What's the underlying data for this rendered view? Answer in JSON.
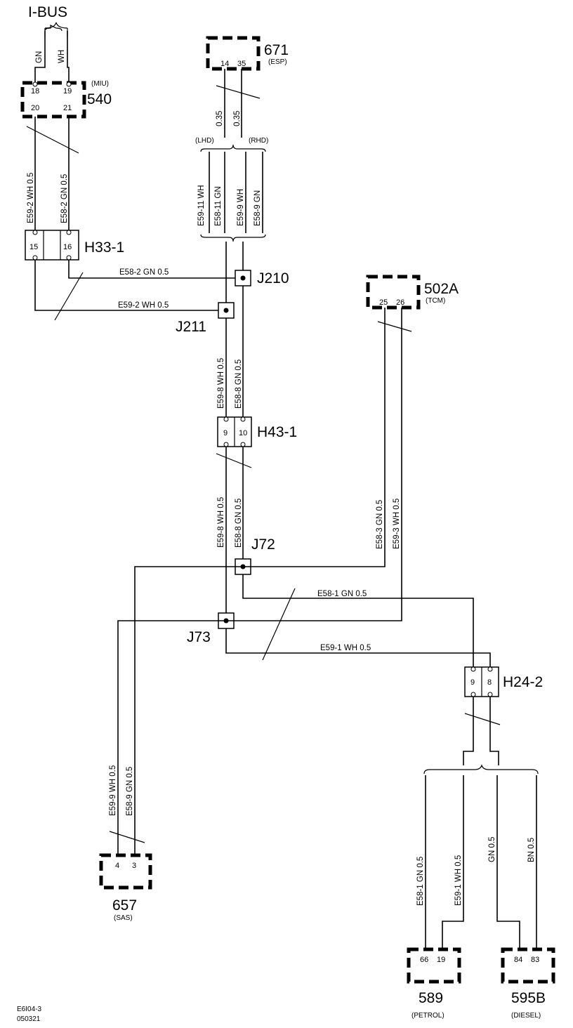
{
  "title": "I-BUS",
  "title_wires": [
    "GN",
    "WH"
  ],
  "components": {
    "c540": {
      "id": "540",
      "sub": "(MIU)",
      "pins": [
        "18",
        "19",
        "20",
        "21"
      ]
    },
    "c671": {
      "id": "671",
      "sub": "(ESP)",
      "pins": [
        "14",
        "35"
      ]
    },
    "c502a": {
      "id": "502A",
      "sub": "(TCM)",
      "pins": [
        "25",
        "26"
      ]
    },
    "c657": {
      "id": "657",
      "sub": "(SAS)",
      "pins": [
        "4",
        "3"
      ]
    },
    "c589": {
      "id": "589",
      "sub": "(PETROL)",
      "pins": [
        "66",
        "19"
      ]
    },
    "c595b": {
      "id": "595B",
      "sub": "(DIESEL)",
      "pins": [
        "84",
        "83"
      ]
    }
  },
  "connectors": {
    "h33": {
      "id": "H33-1",
      "pins": [
        "15",
        "16"
      ]
    },
    "h43": {
      "id": "H43-1",
      "pins": [
        "9",
        "10"
      ]
    },
    "h24": {
      "id": "H24-2",
      "pins": [
        "9",
        "8"
      ]
    }
  },
  "junctions": [
    "J210",
    "J211",
    "J72",
    "J73"
  ],
  "variants": {
    "lhd": "(LHD)",
    "rhd": "(RHD)"
  },
  "wires": {
    "esp_a": "0.35",
    "esp_b": "0.35",
    "e59_11": "E59-11  WH",
    "e58_11": "E58-11  GN",
    "e59_9_top": "E59-9  WH",
    "e58_9_top": "E58-9  GN",
    "e59_2_v": "E59-2  WH  0.5",
    "e58_2_v": "E58-2  GN  0.5",
    "e58_2_h": "E58-2  GN  0.5",
    "e59_2_h": "E59-2  WH  0.5",
    "e59_8_a": "E59-8  WH  0.5",
    "e58_8_a": "E58-8  GN  0.5",
    "e59_8_b": "E59-8  WH  0.5",
    "e58_8_b": "E58-8  GN  0.5",
    "e58_3": "E58-3  GN  0.5",
    "e59_3": "E59-3  WH  0.5",
    "e58_1_h": "E58-1  GN  0.5",
    "e59_1_h": "E59-1  WH  0.5",
    "e59_9_sas": "E59-9  WH  0.5",
    "e58_9_sas": "E58-9  GN  0.5",
    "e58_1_v": "E58-1  GN  0.5",
    "e59_1_v": "E59-1  WH  0.5",
    "gn_v": "GN  0.5",
    "bn_v": "BN  0.5"
  },
  "footer": {
    "line1": "E6I04-3",
    "line2": "050321"
  }
}
